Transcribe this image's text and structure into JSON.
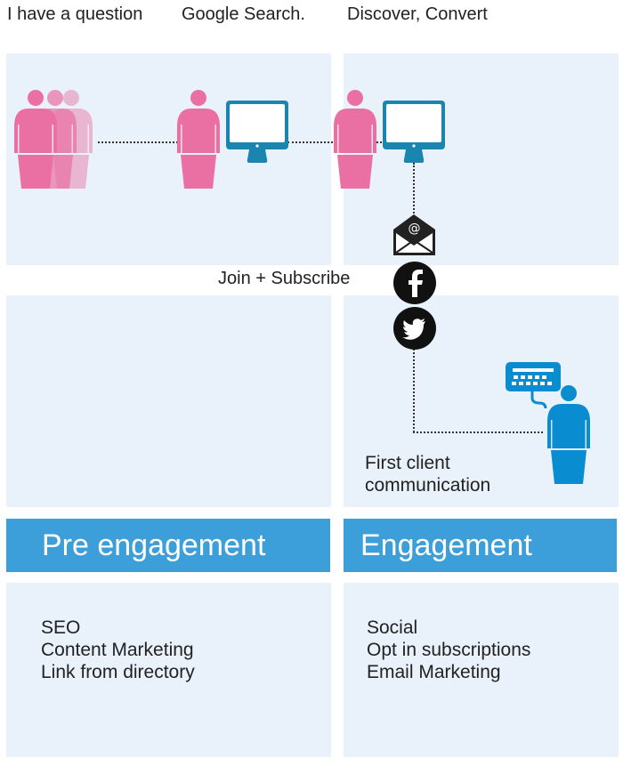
{
  "stages": [
    "I have a question",
    "Google Search.",
    "Discover, Convert"
  ],
  "middle_label": "Join + Subscribe",
  "first_contact_label": [
    "First client",
    "communication"
  ],
  "sections": [
    {
      "title": "Pre engagement",
      "items": [
        "SEO",
        "Content Marketing",
        "Link from directory"
      ]
    },
    {
      "title": "Engagement",
      "items": [
        "Social",
        "Opt in subscriptions",
        "Email Marketing"
      ]
    }
  ],
  "colors": {
    "panel": "#e9f1fb",
    "header": "#3d9fd9",
    "person_pink": "#ea6fa2",
    "monitor": "#1a86b0",
    "client_blue": "#0a8dd0"
  },
  "icons": [
    "person-icon",
    "monitor-icon",
    "email-icon",
    "facebook-icon",
    "twitter-icon",
    "keyboard-icon"
  ]
}
